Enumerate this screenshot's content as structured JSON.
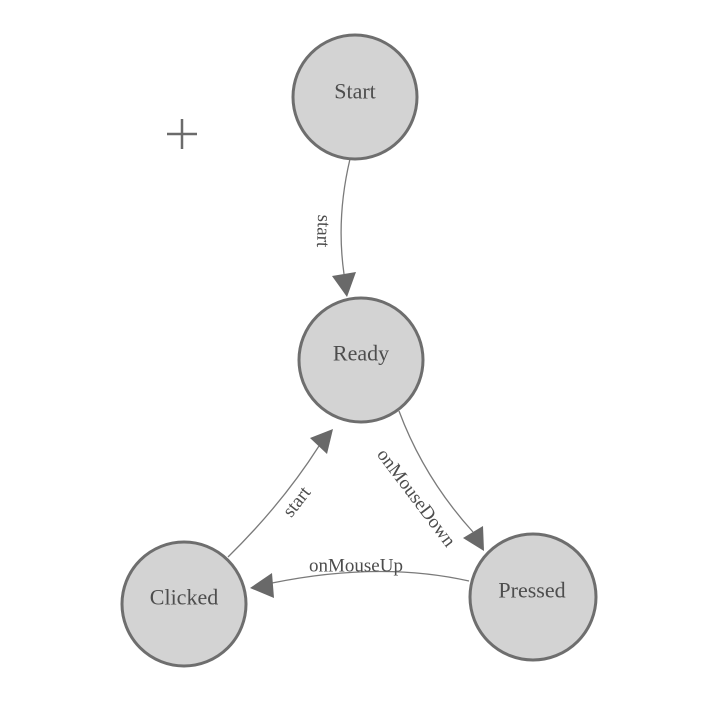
{
  "diagram": {
    "type": "state-machine",
    "background_color": "#ffffff",
    "colors": {
      "node_fill": "#d3d3d3",
      "node_stroke": "#6e6e6e",
      "edge_stroke": "#7a7a7a",
      "arrow_fill": "#696969",
      "label_text": "#4d4d4d",
      "crosshair": "#6b6b6b"
    },
    "nodes": [
      {
        "id": "start",
        "label": "Start"
      },
      {
        "id": "ready",
        "label": "Ready"
      },
      {
        "id": "clicked",
        "label": "Clicked"
      },
      {
        "id": "pressed",
        "label": "Pressed"
      }
    ],
    "edges": [
      {
        "from": "Start",
        "to": "Ready",
        "label": "start"
      },
      {
        "from": "Clicked",
        "to": "Ready",
        "label": "start"
      },
      {
        "from": "Ready",
        "to": "Pressed",
        "label": "onMouseDown"
      },
      {
        "from": "Pressed",
        "to": "Clicked",
        "label": "onMouseUp"
      }
    ],
    "crosshair_marker": "+"
  }
}
